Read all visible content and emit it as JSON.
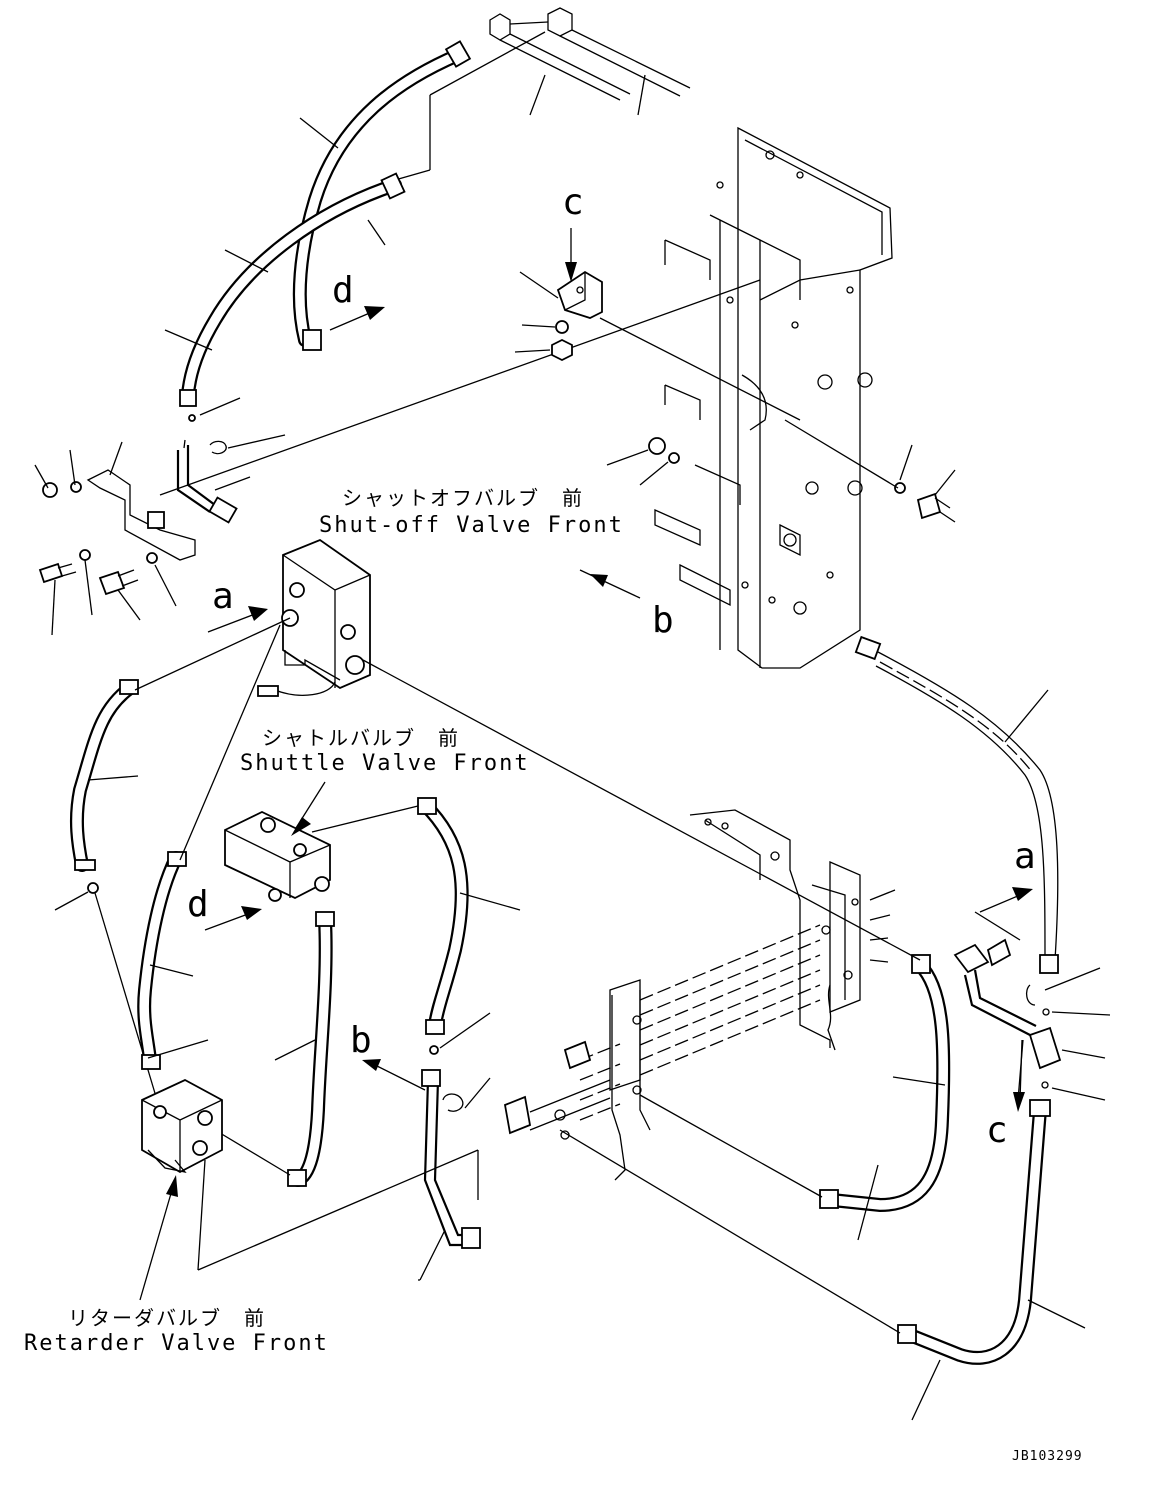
{
  "labels": {
    "shutoff_jp": "シャットオフバルブ　前",
    "shutoff_en": "Shut-off Valve Front",
    "shuttle_jp": "シャトルバルブ　前",
    "shuttle_en": "Shuttle Valve Front",
    "retarder_jp": "リターダバルブ　前",
    "retarder_en": "Retarder Valve Front",
    "drawing_code": "JB103299"
  },
  "view_letters": {
    "a": "a",
    "b": "b",
    "c": "c",
    "d": "d"
  }
}
